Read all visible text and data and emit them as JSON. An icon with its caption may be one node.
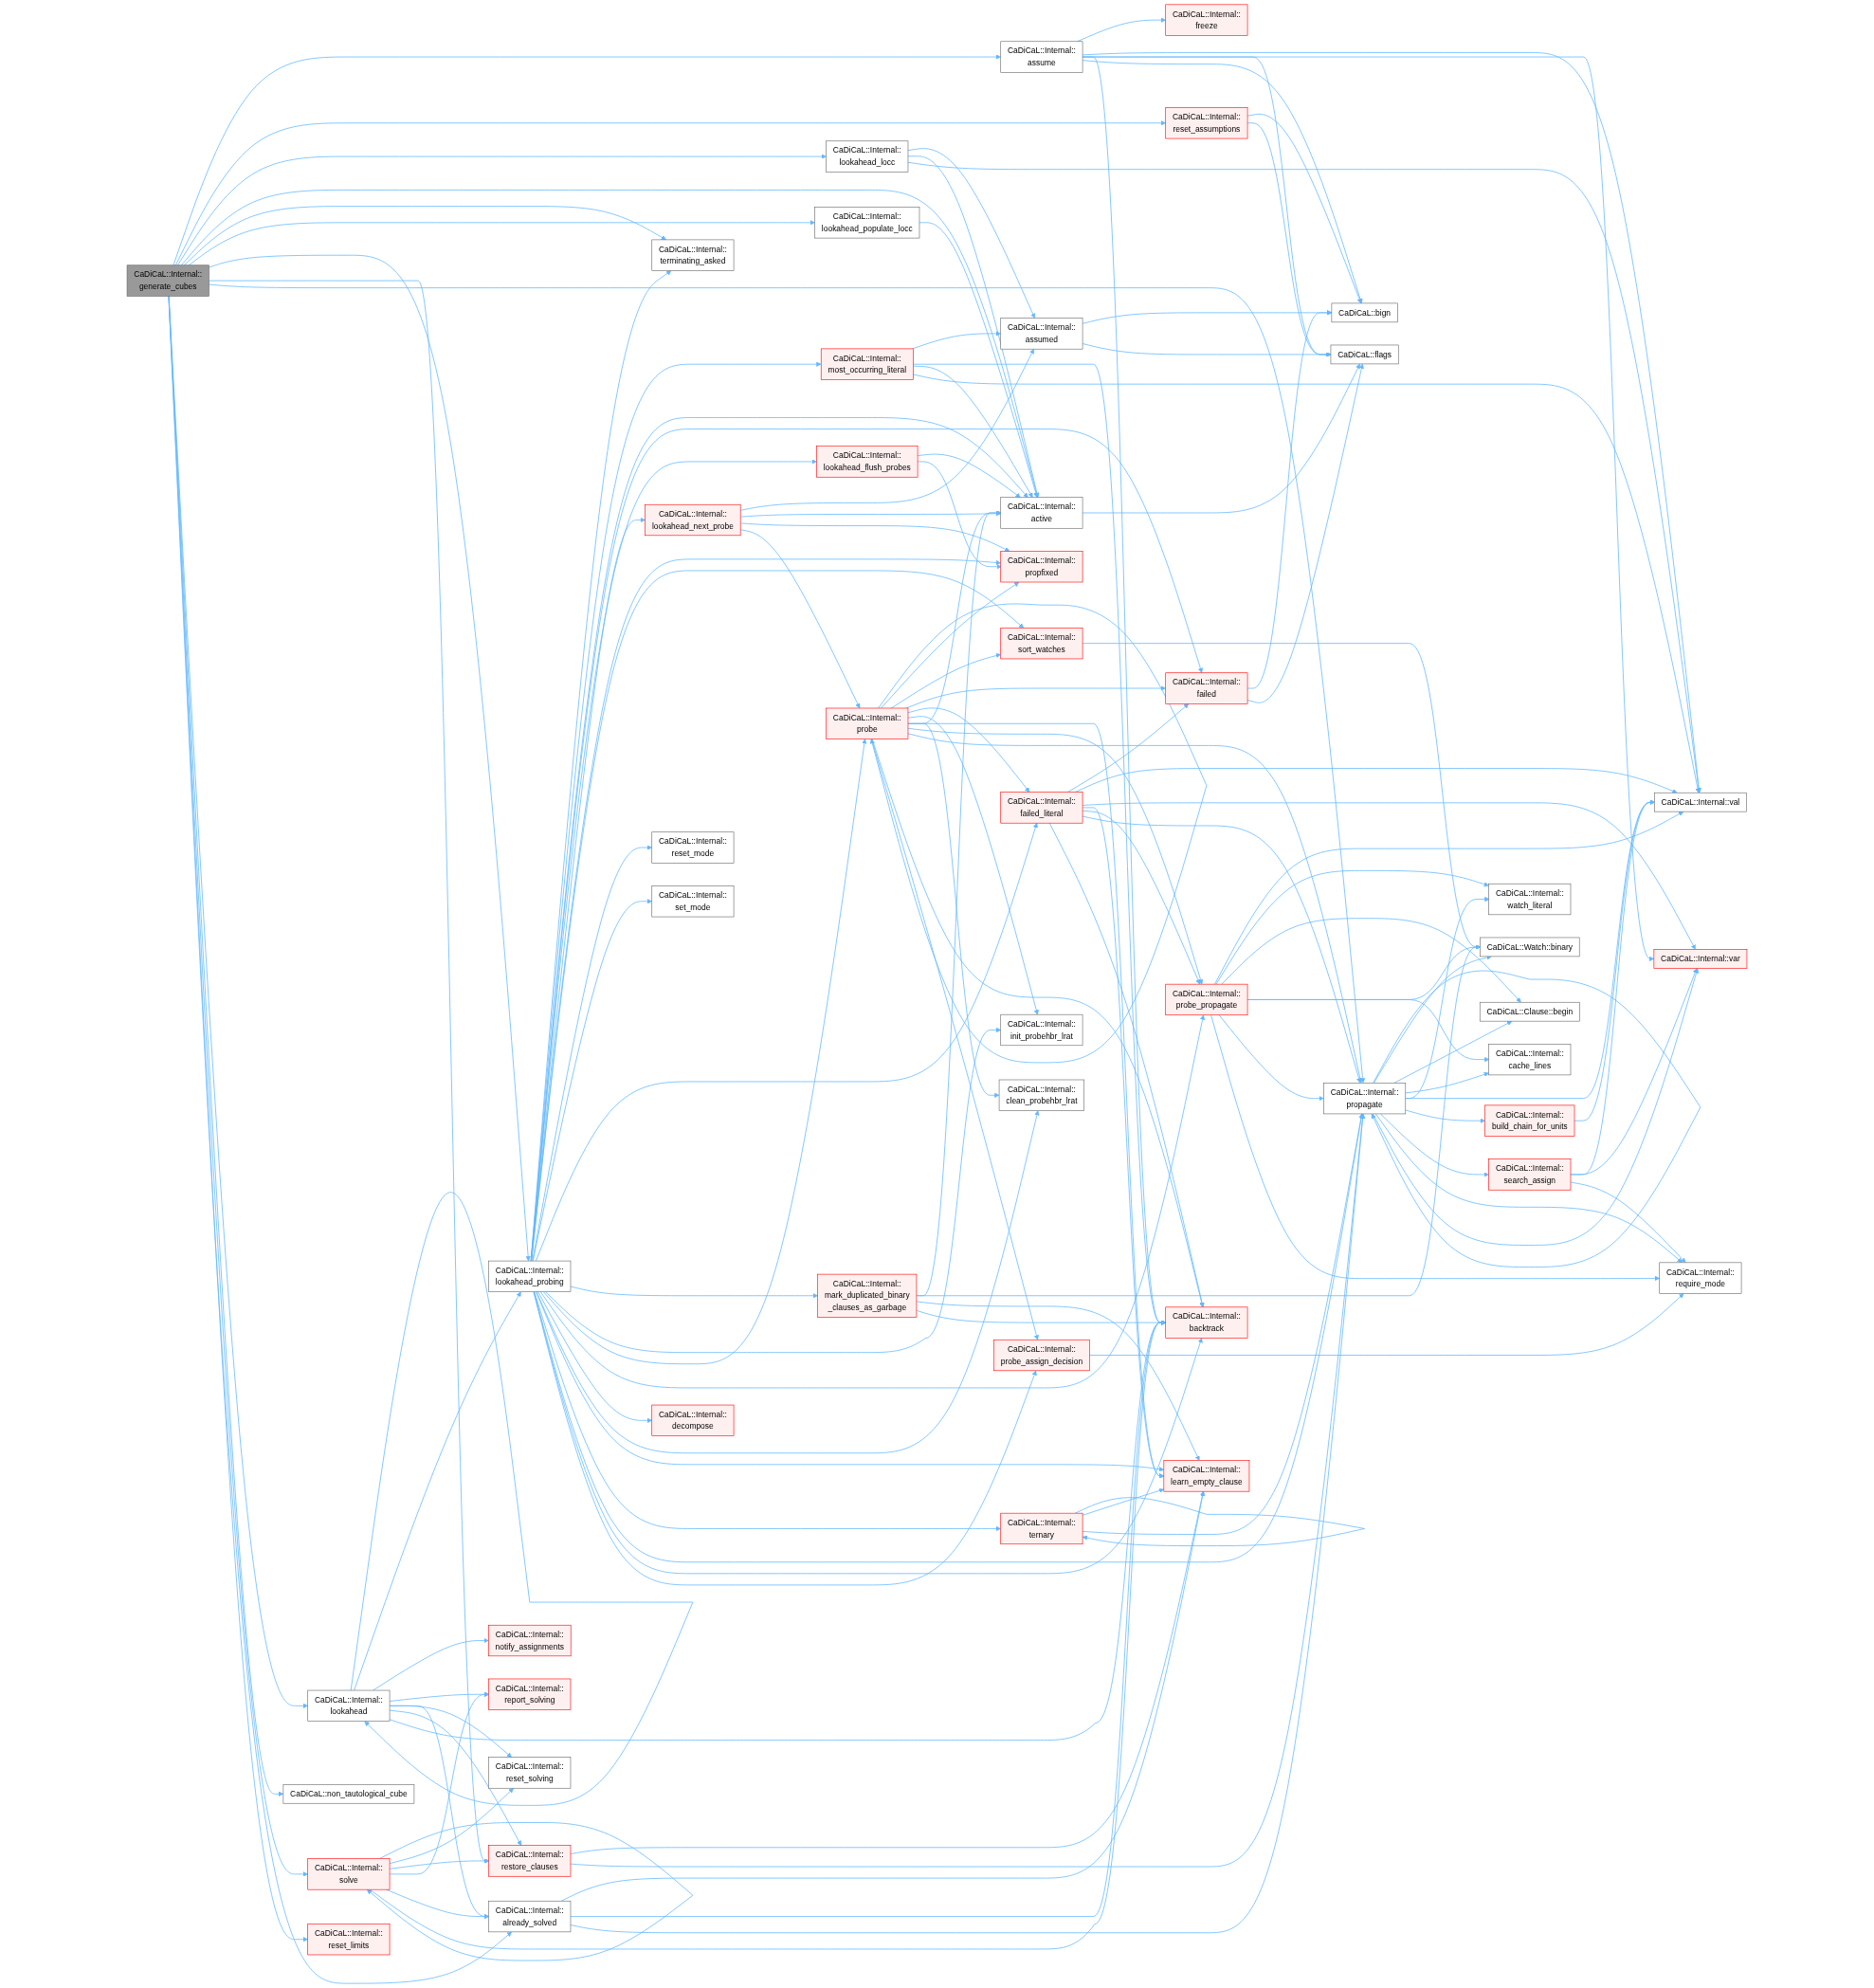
{
  "diagram": {
    "nodes": [
      {
        "text": [
          "CaDiCaL::Internal:: generate_cubes"
        ]
      },
      {
        "text": [
          "CaDiCaL::Internal:: lookahead_populate_locc"
        ]
      },
      {
        "text": [
          "CaDiCaL::Internal:: lookahead_probing"
        ]
      },
      {
        "text": [
          "CaDiCaL::Internal:: lookahead"
        ]
      },
      {
        "text": [
          "CaDiCaL::non_tautological_cube"
        ]
      },
      {
        "text": [
          "CaDiCaL::Internal:: solve"
        ]
      },
      {
        "text": [
          "CaDiCaL::Internal:: reset_limits"
        ]
      },
      {
        "text": [
          "CaDiCaL::Internal:: terminating_asked"
        ]
      },
      {
        "text": [
          "CaDiCaL::Internal:: lookahead_next_probe"
        ]
      },
      {
        "text": [
          "CaDiCaL::Internal:: reset_mode"
        ]
      },
      {
        "text": [
          "CaDiCaL::Internal:: set_mode"
        ]
      },
      {
        "text": [
          "CaDiCaL::Internal:: decompose"
        ]
      },
      {
        "text": [
          "CaDiCaL::Internal:: notify_assignments"
        ]
      },
      {
        "text": [
          "CaDiCaL::Internal:: report_solving"
        ]
      },
      {
        "text": [
          "CaDiCaL::Internal:: reset_solving"
        ]
      },
      {
        "text": [
          "CaDiCaL::Internal:: restore_clauses"
        ]
      },
      {
        "text": [
          "CaDiCaL::Internal:: already_solved"
        ]
      },
      {
        "text": [
          "CaDiCaL::Internal:: lookahead_locc"
        ]
      },
      {
        "text": [
          "CaDiCaL::Internal:: most_occurring_literal"
        ]
      },
      {
        "text": [
          "CaDiCaL::Internal:: lookahead_flush_probes"
        ]
      },
      {
        "text": [
          "CaDiCaL::Internal:: mark_duplicated_binary _clauses_as_garbage"
        ]
      },
      {
        "text": [
          "CaDiCaL::Internal:: probe"
        ]
      },
      {
        "text": [
          "CaDiCaL::Internal:: assume"
        ]
      },
      {
        "text": [
          "CaDiCaL::Internal:: assumed"
        ]
      },
      {
        "text": [
          "CaDiCaL::Internal:: active"
        ]
      },
      {
        "text": [
          "CaDiCaL::Internal:: propfixed"
        ]
      },
      {
        "text": [
          "CaDiCaL::Internal:: sort_watches"
        ]
      },
      {
        "text": [
          "CaDiCaL::Internal:: failed_literal"
        ]
      },
      {
        "text": [
          "CaDiCaL::Internal:: init_probehbr_lrat"
        ]
      },
      {
        "text": [
          "CaDiCaL::Internal:: clean_probehbr_lrat"
        ]
      },
      {
        "text": [
          "CaDiCaL::Internal:: ternary"
        ]
      },
      {
        "text": [
          "CaDiCaL::Internal:: probe_assign_decision"
        ]
      },
      {
        "text": [
          "CaDiCaL::Internal:: freeze"
        ]
      },
      {
        "text": [
          "CaDiCaL::Internal:: reset_assumptions"
        ]
      },
      {
        "text": [
          "CaDiCaL::Internal:: failed"
        ]
      },
      {
        "text": [
          "CaDiCaL::Internal:: probe_propagate"
        ]
      },
      {
        "text": [
          "CaDiCaL::Internal:: learn_empty_clause"
        ]
      },
      {
        "text": [
          "CaDiCaL::Internal:: backtrack"
        ]
      },
      {
        "text": [
          "CaDiCaL::bign"
        ]
      },
      {
        "text": [
          "CaDiCaL::flags"
        ]
      },
      {
        "text": [
          "CaDiCaL::Internal:: propagate"
        ]
      },
      {
        "text": [
          "CaDiCaL::Watch::binary"
        ]
      },
      {
        "text": [
          "CaDiCaL::Internal:: watch_literal"
        ]
      },
      {
        "text": [
          "CaDiCaL::Clause::begin"
        ]
      },
      {
        "text": [
          "CaDiCaL::Internal:: cache_lines"
        ]
      },
      {
        "text": [
          "CaDiCaL::Internal:: build_chain_for_units"
        ]
      },
      {
        "text": [
          "CaDiCaL::Internal:: search_assign"
        ]
      },
      {
        "text": [
          "CaDiCaL::Internal::val"
        ]
      },
      {
        "text": [
          "CaDiCaL::Internal::var"
        ]
      },
      {
        "text": [
          "CaDiCaL::Internal:: require_mode"
        ]
      }
    ],
    "edges": [
      {
        "from": 0,
        "to": 22,
        "arrow": "to"
      },
      {
        "from": 0,
        "to": 33,
        "arrow": "to"
      },
      {
        "from": 0,
        "to": 17,
        "arrow": "to"
      },
      {
        "from": 0,
        "to": 24,
        "arrow": "to"
      },
      {
        "from": 0,
        "to": 7,
        "arrow": "to"
      },
      {
        "from": 0,
        "to": 1,
        "arrow": "to"
      },
      {
        "from": 0,
        "to": 2,
        "arrow": "to"
      },
      {
        "from": 0,
        "to": 40,
        "arrow": "to"
      },
      {
        "from": 0,
        "to": 3,
        "arrow": "to"
      },
      {
        "from": 0,
        "to": 4,
        "arrow": "to"
      },
      {
        "from": 0,
        "to": 5,
        "arrow": "to"
      },
      {
        "from": 0,
        "to": 6,
        "arrow": "to"
      },
      {
        "from": 0,
        "to": 15,
        "arrow": "to"
      },
      {
        "from": 0,
        "to": 16,
        "arrow": "to"
      },
      {
        "from": 1,
        "to": 24,
        "arrow": "to"
      },
      {
        "from": 2,
        "to": 7,
        "arrow": "to"
      },
      {
        "from": 2,
        "to": 18,
        "arrow": "to"
      },
      {
        "from": 2,
        "to": 24,
        "arrow": "to"
      },
      {
        "from": 2,
        "to": 34,
        "arrow": "to"
      },
      {
        "from": 2,
        "to": 19,
        "arrow": "to"
      },
      {
        "from": 2,
        "to": 8,
        "arrow": "to"
      },
      {
        "from": 2,
        "to": 25,
        "arrow": "to"
      },
      {
        "from": 2,
        "to": 26,
        "arrow": "to"
      },
      {
        "from": 2,
        "to": 9,
        "arrow": "to"
      },
      {
        "from": 2,
        "to": 10,
        "arrow": "to"
      },
      {
        "from": 2,
        "to": 27,
        "arrow": "to"
      },
      {
        "from": 2,
        "to": 20,
        "arrow": "to"
      },
      {
        "from": 2,
        "to": 28,
        "arrow": "to"
      },
      {
        "from": 2,
        "to": 21,
        "arrow": "to"
      },
      {
        "from": 2,
        "to": 35,
        "arrow": "to"
      },
      {
        "from": 2,
        "to": 11,
        "arrow": "to"
      },
      {
        "from": 2,
        "to": 29,
        "arrow": "to"
      },
      {
        "from": 2,
        "to": 36,
        "arrow": "to"
      },
      {
        "from": 2,
        "to": 30,
        "arrow": "to"
      },
      {
        "from": 2,
        "to": 40,
        "arrow": "to"
      },
      {
        "from": 2,
        "to": 37,
        "arrow": "to"
      },
      {
        "from": 2,
        "to": 31,
        "arrow": "to"
      },
      {
        "from": 3,
        "to": 3,
        "arrow": "to"
      },
      {
        "from": 3,
        "to": 2,
        "arrow": "to"
      },
      {
        "from": 3,
        "to": 12,
        "arrow": "to"
      },
      {
        "from": 3,
        "to": 13,
        "arrow": "to"
      },
      {
        "from": 3,
        "to": 14,
        "arrow": "to"
      },
      {
        "from": 3,
        "to": 15,
        "arrow": "to"
      },
      {
        "from": 3,
        "to": 16,
        "arrow": "to"
      },
      {
        "from": 3,
        "to": 37,
        "arrow": "to"
      },
      {
        "from": 5,
        "to": 5,
        "arrow": "to"
      },
      {
        "from": 5,
        "to": 13,
        "arrow": "to"
      },
      {
        "from": 5,
        "to": 14,
        "arrow": "to"
      },
      {
        "from": 5,
        "to": 15,
        "arrow": "to"
      },
      {
        "from": 5,
        "to": 16,
        "arrow": "to"
      },
      {
        "from": 5,
        "to": 37,
        "arrow": "to"
      },
      {
        "from": 8,
        "to": 23,
        "arrow": "to"
      },
      {
        "from": 8,
        "to": 24,
        "arrow": "to"
      },
      {
        "from": 8,
        "to": 25,
        "arrow": "to"
      },
      {
        "from": 8,
        "to": 21,
        "arrow": "to"
      },
      {
        "from": 15,
        "to": 36,
        "arrow": "to"
      },
      {
        "from": 15,
        "to": 40,
        "arrow": "to"
      },
      {
        "from": 16,
        "to": 36,
        "arrow": "to"
      },
      {
        "from": 16,
        "to": 37,
        "arrow": "to"
      },
      {
        "from": 16,
        "to": 40,
        "arrow": "to"
      },
      {
        "from": 17,
        "to": 23,
        "arrow": "to"
      },
      {
        "from": 17,
        "to": 24,
        "arrow": "to"
      },
      {
        "from": 17,
        "to": 47,
        "arrow": "to"
      },
      {
        "from": 18,
        "to": 23,
        "arrow": "to"
      },
      {
        "from": 18,
        "to": 24,
        "arrow": "to"
      },
      {
        "from": 18,
        "to": 47,
        "arrow": "to"
      },
      {
        "from": 18,
        "to": 37,
        "arrow": "to"
      },
      {
        "from": 19,
        "to": 24,
        "arrow": "to"
      },
      {
        "from": 19,
        "to": 25,
        "arrow": "to"
      },
      {
        "from": 20,
        "to": 24,
        "arrow": "to"
      },
      {
        "from": 20,
        "to": 41,
        "arrow": "to"
      },
      {
        "from": 20,
        "to": 36,
        "arrow": "to"
      },
      {
        "from": 20,
        "to": 37,
        "arrow": "to"
      },
      {
        "from": 21,
        "to": 21,
        "arrow": "to"
      },
      {
        "from": 21,
        "to": 24,
        "arrow": "to"
      },
      {
        "from": 21,
        "to": 25,
        "arrow": "to"
      },
      {
        "from": 21,
        "to": 26,
        "arrow": "to"
      },
      {
        "from": 21,
        "to": 34,
        "arrow": "to"
      },
      {
        "from": 21,
        "to": 27,
        "arrow": "to"
      },
      {
        "from": 21,
        "to": 28,
        "arrow": "to"
      },
      {
        "from": 21,
        "to": 29,
        "arrow": "to"
      },
      {
        "from": 21,
        "to": 35,
        "arrow": "to"
      },
      {
        "from": 21,
        "to": 40,
        "arrow": "to"
      },
      {
        "from": 21,
        "to": 36,
        "arrow": "to"
      },
      {
        "from": 21,
        "to": 37,
        "arrow": "to"
      },
      {
        "from": 21,
        "to": 31,
        "arrow": "to"
      },
      {
        "from": 22,
        "to": 32,
        "arrow": "to"
      },
      {
        "from": 22,
        "to": 47,
        "arrow": "to"
      },
      {
        "from": 22,
        "to": 38,
        "arrow": "to"
      },
      {
        "from": 22,
        "to": 39,
        "arrow": "to"
      },
      {
        "from": 22,
        "to": 48,
        "arrow": "to"
      },
      {
        "from": 22,
        "to": 37,
        "arrow": "to"
      },
      {
        "from": 23,
        "to": 38,
        "arrow": "to"
      },
      {
        "from": 23,
        "to": 39,
        "arrow": "to"
      },
      {
        "from": 24,
        "to": 39,
        "arrow": "to"
      },
      {
        "from": 26,
        "to": 41,
        "arrow": "to"
      },
      {
        "from": 27,
        "to": 34,
        "arrow": "to"
      },
      {
        "from": 27,
        "to": 47,
        "arrow": "to"
      },
      {
        "from": 27,
        "to": 48,
        "arrow": "to"
      },
      {
        "from": 27,
        "to": 35,
        "arrow": "to"
      },
      {
        "from": 27,
        "to": 40,
        "arrow": "to"
      },
      {
        "from": 27,
        "to": 36,
        "arrow": "to"
      },
      {
        "from": 27,
        "to": 37,
        "arrow": "to"
      },
      {
        "from": 30,
        "to": 30,
        "arrow": "to"
      },
      {
        "from": 30,
        "to": 36,
        "arrow": "to"
      },
      {
        "from": 30,
        "to": 40,
        "arrow": "to"
      },
      {
        "from": 31,
        "to": 49,
        "arrow": "to"
      },
      {
        "from": 33,
        "to": 38,
        "arrow": "to"
      },
      {
        "from": 33,
        "to": 39,
        "arrow": "to"
      },
      {
        "from": 34,
        "to": 38,
        "arrow": "to"
      },
      {
        "from": 34,
        "to": 39,
        "arrow": "to"
      },
      {
        "from": 35,
        "to": 41,
        "arrow": "to"
      },
      {
        "from": 35,
        "to": 47,
        "arrow": "to"
      },
      {
        "from": 35,
        "to": 42,
        "arrow": "to"
      },
      {
        "from": 35,
        "to": 43,
        "arrow": "to"
      },
      {
        "from": 35,
        "to": 44,
        "arrow": "to"
      },
      {
        "from": 35,
        "to": 40,
        "arrow": "to"
      },
      {
        "from": 35,
        "to": 49,
        "arrow": "to"
      },
      {
        "from": 40,
        "to": 40,
        "arrow": "to"
      },
      {
        "from": 40,
        "to": 41,
        "arrow": "to"
      },
      {
        "from": 40,
        "to": 42,
        "arrow": "to"
      },
      {
        "from": 40,
        "to": 43,
        "arrow": "to"
      },
      {
        "from": 40,
        "to": 44,
        "arrow": "to"
      },
      {
        "from": 40,
        "to": 45,
        "arrow": "to"
      },
      {
        "from": 40,
        "to": 46,
        "arrow": "to"
      },
      {
        "from": 40,
        "to": 49,
        "arrow": "to"
      },
      {
        "from": 40,
        "to": 47,
        "arrow": "to"
      },
      {
        "from": 40,
        "to": 48,
        "arrow": "to"
      },
      {
        "from": 45,
        "to": 47,
        "arrow": "to"
      },
      {
        "from": 46,
        "to": 47,
        "arrow": "to"
      },
      {
        "from": 46,
        "to": 48,
        "arrow": "to"
      },
      {
        "from": 46,
        "to": 49,
        "arrow": "to"
      }
    ]
  }
}
